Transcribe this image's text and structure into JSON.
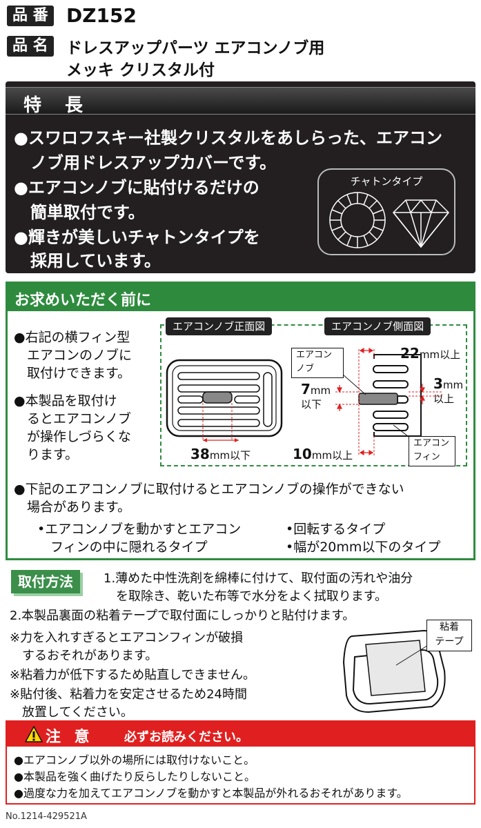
{
  "header": {
    "part_number_label": "品 番",
    "part_number": "DZ152",
    "product_name_label": "品 名",
    "product_name_line1": "ドレスアップパーツ エアコンノブ用",
    "product_name_line2": "メッキ クリスタル付"
  },
  "features": {
    "title": "特　長",
    "items": [
      "●スワロフスキー社製クリスタルをあしらった、エアコン",
      "　ノブ用ドレスアップカバーです。",
      "●エアコンノブに貼付けるだけの",
      "　簡単取付です。",
      "●輝きが美しいチャトンタイプを",
      "　採用しています。"
    ],
    "chaton_label": "チャトンタイプ"
  },
  "before_purchase": {
    "title": "お求めいただく前に",
    "left_lines": [
      "●右記の横フィン型",
      "　エアコンのノブに",
      "　取付けできます。",
      "●本製品を取付け",
      "　るとエアコンノブ",
      "　が操作しづらくな",
      "　ります。"
    ],
    "front_view_label": "エアコンノブ正面図",
    "side_view_label": "エアコンノブ側面図",
    "dim_38": "38",
    "dim_38_unit": "mm以下",
    "dim_22": "22",
    "dim_22_unit": "mm以上",
    "dim_7": "7",
    "dim_7_unit": "mm",
    "dim_7_sub": "以下",
    "dim_3": "3",
    "dim_3_unit": "mm",
    "dim_3_sub": "以上",
    "dim_10": "10",
    "dim_10_unit": "mm以上",
    "knob_tag_1": "エアコン",
    "knob_tag_2": "ノブ",
    "fin_tag_1": "エアコン",
    "fin_tag_2": "フィン",
    "note_1": "●下記のエアコンノブに取付けるとエアコンノブの操作ができない",
    "note_2": "　場合があります。",
    "type_a1": "•エアコンノブを動かすとエアコン",
    "type_a2": "　フィンの中に隠れるタイプ",
    "type_b1": "•回転するタイプ",
    "type_b2": "•幅が20mm以下のタイプ"
  },
  "installation": {
    "label": "取付方法",
    "step1_line1": "1.薄めた中性洗剤を綿棒に付けて、取付面の汚れや油分",
    "step1_line2": "　を取除き、乾いた布等で水分をよく拭取ります。",
    "step2": "2.本製品裏面の粘着テープで取付面にしっかりと貼付けます。",
    "warn1_line1": "※力を入れすぎるとエアコンフィンが破損",
    "warn1_line2": "　するおそれがあります。",
    "warn2": "※粘着力が低下するため貼直しできません。",
    "warn3_line1": "※貼付後、粘着力を安定させるため24時間",
    "warn3_line2": "　放置してください。",
    "tape_label_1": "粘着",
    "tape_label_2": "テープ"
  },
  "caution": {
    "title": "注 意",
    "subtitle": "必ずお読みください。",
    "items": [
      "●エアコンノブ以外の場所には取付けないこと。",
      "●本製品を強く曲げたり反らしたりしないこと。",
      "●過度な力を加えてエアコンノブを動かすと本製品が外れるおそれがあります。"
    ]
  },
  "footer": {
    "number": "No.1214-429521A"
  },
  "colors": {
    "green": "#2e8b3e",
    "red": "#e02020",
    "dark": "#231f20"
  }
}
